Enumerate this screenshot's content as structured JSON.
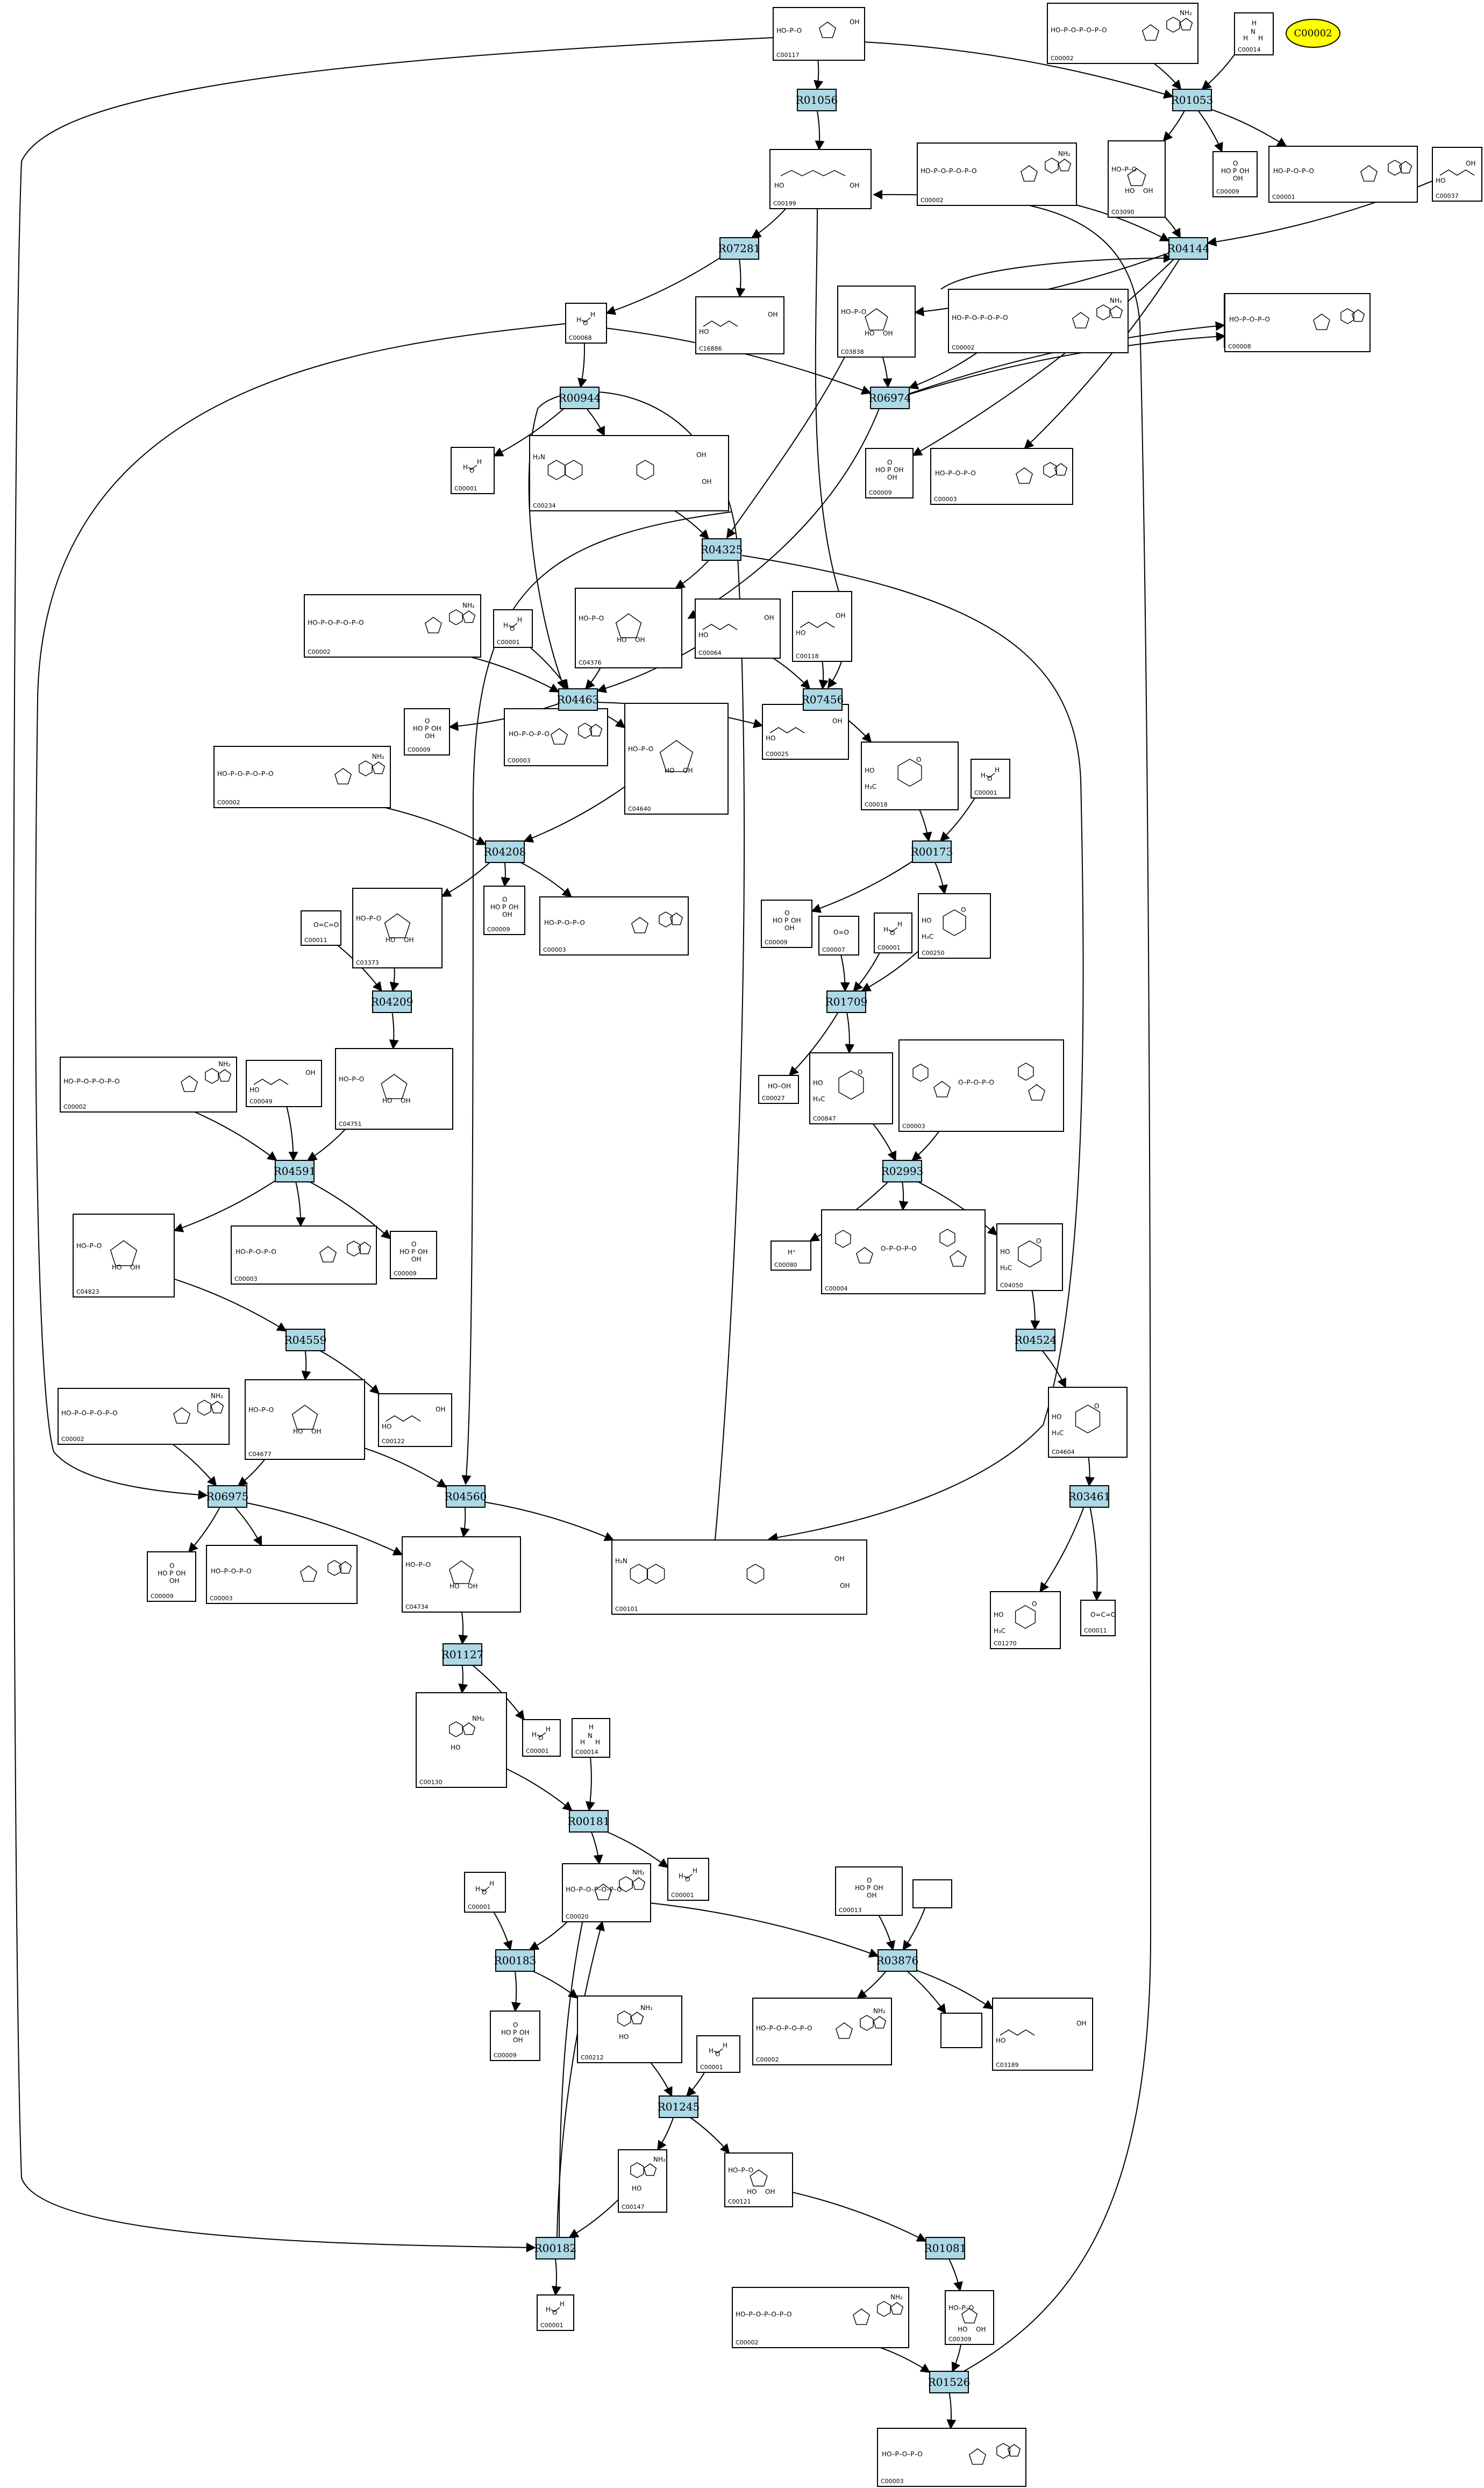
{
  "legend": {
    "label": "C00002",
    "color": "#ffff00"
  },
  "colors": {
    "reaction_fill": "#add8e6",
    "edge": "#000000",
    "box": "#ffffff"
  },
  "reactions": [
    "R01056",
    "R01053",
    "R07281",
    "R04144",
    "R00944",
    "R06974",
    "R04325",
    "R04463",
    "R07456",
    "R04208",
    "R00173",
    "R04209",
    "R01709",
    "R04591",
    "R02993",
    "R04559",
    "R04524",
    "R06975",
    "R04560",
    "R03461",
    "R01127",
    "R00181",
    "R00183",
    "R03876",
    "R01245",
    "R01081",
    "R00182",
    "R01526"
  ],
  "compounds": [
    {
      "id": "c01",
      "label": "C00117",
      "mol": "ribose5p"
    },
    {
      "id": "c02",
      "label": "C00002",
      "mol": "ntp"
    },
    {
      "id": "c03",
      "label": "C00014",
      "mol": "nh3"
    },
    {
      "id": "c04",
      "label": "C00199",
      "mol": "ribulose"
    },
    {
      "id": "c05",
      "label": "C00002",
      "mol": "ntp"
    },
    {
      "id": "c06",
      "label": "C03090",
      "mol": "furanose"
    },
    {
      "id": "c07",
      "label": "C00009",
      "mol": "phosphate"
    },
    {
      "id": "c08",
      "label": "C00001",
      "mol": "ndp"
    },
    {
      "id": "c09",
      "label": "C00037",
      "mol": "glycine"
    },
    {
      "id": "c10",
      "label": "C00068",
      "mol": "water"
    },
    {
      "id": "c11",
      "label": "C16886",
      "mol": "acid"
    },
    {
      "id": "c12",
      "label": "C03838",
      "mol": "furanose"
    },
    {
      "id": "c13",
      "label": "C00002",
      "mol": "ntp"
    },
    {
      "id": "c14",
      "label": "C00009",
      "mol": "phosphate"
    },
    {
      "id": "c15",
      "label": "C00003",
      "mol": "ndp"
    },
    {
      "id": "c16",
      "label": "C00001",
      "mol": "water"
    },
    {
      "id": "c17",
      "label": "C00234",
      "mol": "folate"
    },
    {
      "id": "c18",
      "label": "C00009",
      "mol": "phosphate"
    },
    {
      "id": "c19",
      "label": "C00008",
      "mol": "ndp"
    },
    {
      "id": "c20",
      "label": "C00002",
      "mol": "ntp"
    },
    {
      "id": "c21",
      "label": "C00001",
      "mol": "water"
    },
    {
      "id": "c22",
      "label": "C04376",
      "mol": "furanose"
    },
    {
      "id": "c23",
      "label": "C00064",
      "mol": "acid"
    },
    {
      "id": "c24",
      "label": "C00118",
      "mol": "acid"
    },
    {
      "id": "c25",
      "label": "C00009",
      "mol": "phosphate"
    },
    {
      "id": "c26",
      "label": "C00003",
      "mol": "ndp"
    },
    {
      "id": "c27",
      "label": "C04640",
      "mol": "furanose"
    },
    {
      "id": "c28",
      "label": "C00025",
      "mol": "acid"
    },
    {
      "id": "c29",
      "label": "C00018",
      "mol": "pyridine"
    },
    {
      "id": "c30",
      "label": "C00001",
      "mol": "water"
    },
    {
      "id": "c31",
      "label": "C00002",
      "mol": "ntp"
    },
    {
      "id": "c32",
      "label": "C03373",
      "mol": "furanose"
    },
    {
      "id": "c33",
      "label": "C00009",
      "mol": "phosphate"
    },
    {
      "id": "c34",
      "label": "C00003",
      "mol": "ndp"
    },
    {
      "id": "c35",
      "label": "C00009",
      "mol": "phosphate"
    },
    {
      "id": "c36",
      "label": "C00007",
      "mol": "o2"
    },
    {
      "id": "c37",
      "label": "C00001",
      "mol": "water"
    },
    {
      "id": "c38",
      "label": "C00250",
      "mol": "pyridine"
    },
    {
      "id": "c39",
      "label": "C00011",
      "mol": "co2"
    },
    {
      "id": "c40",
      "label": "C04751",
      "mol": "furanose"
    },
    {
      "id": "c41",
      "label": "C00002",
      "mol": "ntp"
    },
    {
      "id": "c42",
      "label": "C00049",
      "mol": "acid"
    },
    {
      "id": "c43",
      "label": "C00027",
      "mol": "h2o2"
    },
    {
      "id": "c44",
      "label": "C00847",
      "mol": "pyridine"
    },
    {
      "id": "c45",
      "label": "C00003",
      "mol": "nad"
    },
    {
      "id": "c46",
      "label": "C04823",
      "mol": "furanose"
    },
    {
      "id": "c47",
      "label": "C00003",
      "mol": "ndp"
    },
    {
      "id": "c48",
      "label": "C00009",
      "mol": "phosphate"
    },
    {
      "id": "c49",
      "label": "C00080",
      "mol": "hplus"
    },
    {
      "id": "c50",
      "label": "C00004",
      "mol": "nad"
    },
    {
      "id": "c51",
      "label": "C04050",
      "mol": "pyridine"
    },
    {
      "id": "c52",
      "label": "C00002",
      "mol": "ntp"
    },
    {
      "id": "c53",
      "label": "C04677",
      "mol": "furanose"
    },
    {
      "id": "c54",
      "label": "C00122",
      "mol": "acid"
    },
    {
      "id": "c55",
      "label": "C04604",
      "mol": "pyridine"
    },
    {
      "id": "c56",
      "label": "C00009",
      "mol": "phosphate"
    },
    {
      "id": "c57",
      "label": "C00003",
      "mol": "ndp"
    },
    {
      "id": "c58",
      "label": "C04734",
      "mol": "furanose"
    },
    {
      "id": "c59",
      "label": "C00101",
      "mol": "folate"
    },
    {
      "id": "c60",
      "label": "C01270",
      "mol": "pyridine"
    },
    {
      "id": "c61",
      "label": "C00011",
      "mol": "co2"
    },
    {
      "id": "c62",
      "label": "C00130",
      "mol": "purine"
    },
    {
      "id": "c63",
      "label": "C00001",
      "mol": "water"
    },
    {
      "id": "c64",
      "label": "C00014",
      "mol": "nh3"
    },
    {
      "id": "c65",
      "label": "C00001",
      "mol": "water"
    },
    {
      "id": "c66",
      "label": "C00020",
      "mol": "ntp"
    },
    {
      "id": "c67",
      "label": "C00001",
      "mol": "water"
    },
    {
      "id": "c68",
      "label": "C00013",
      "mol": "phosphate"
    },
    {
      "id": "c69",
      "label": "",
      "mol": "none"
    },
    {
      "id": "c70",
      "label": "C00009",
      "mol": "phosphate"
    },
    {
      "id": "c71",
      "label": "C00212",
      "mol": "purine"
    },
    {
      "id": "c72",
      "label": "C00002",
      "mol": "ntp"
    },
    {
      "id": "c73",
      "label": "",
      "mol": "none"
    },
    {
      "id": "c74",
      "label": "C03189",
      "mol": "acid"
    },
    {
      "id": "c75",
      "label": "C00001",
      "mol": "water"
    },
    {
      "id": "c76",
      "label": "C00147",
      "mol": "purine"
    },
    {
      "id": "c77",
      "label": "C00121",
      "mol": "furanose"
    },
    {
      "id": "c78",
      "label": "C00001",
      "mol": "water"
    },
    {
      "id": "c79",
      "label": "C00002",
      "mol": "ntp"
    },
    {
      "id": "c80",
      "label": "C00309",
      "mol": "furanose"
    },
    {
      "id": "c81",
      "label": "C00003",
      "mol": "ndp"
    }
  ]
}
